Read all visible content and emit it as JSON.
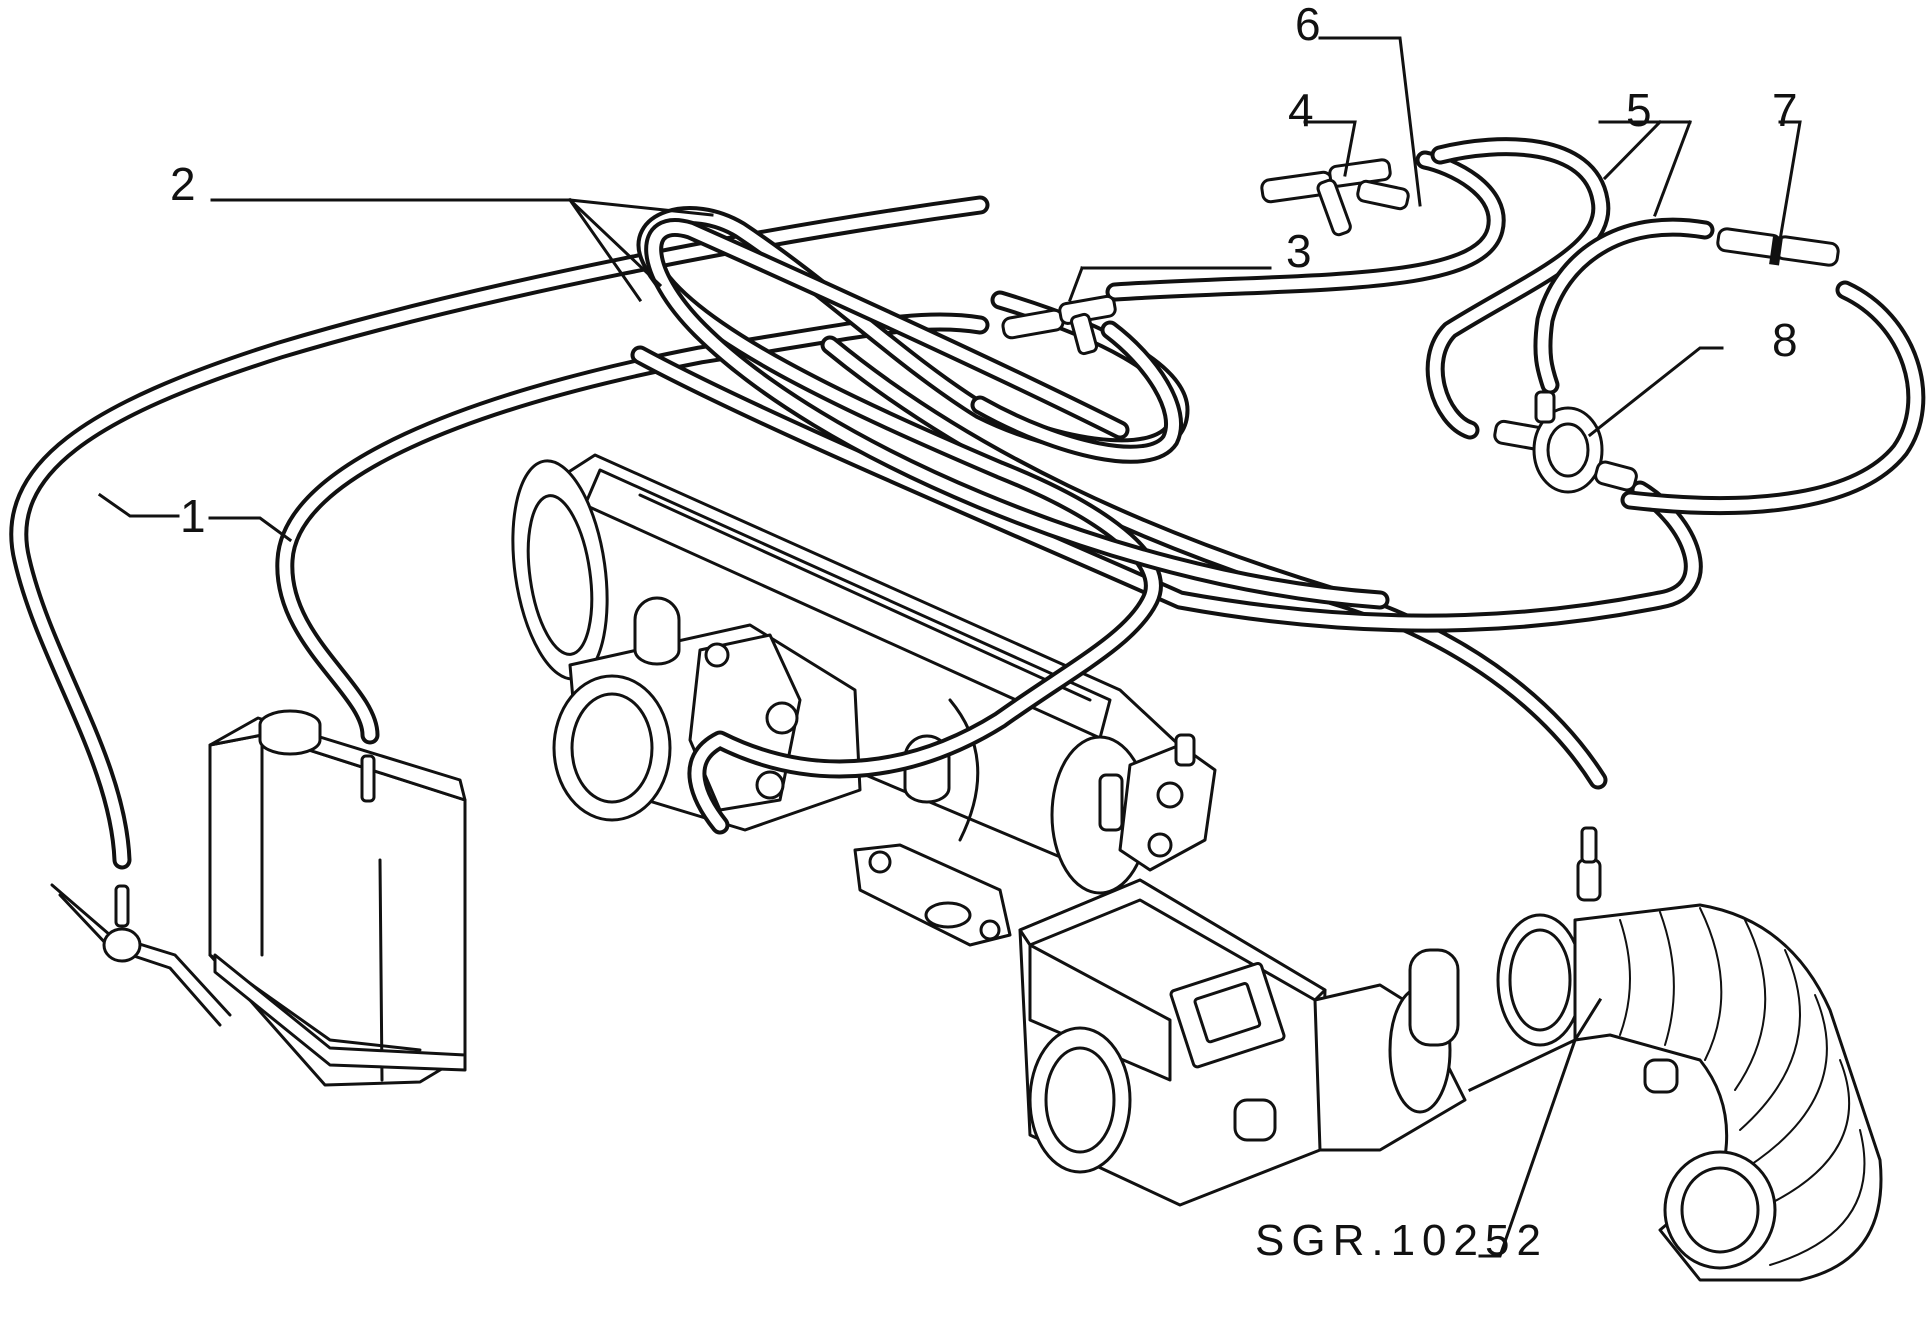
{
  "callouts": {
    "c1": "1",
    "c2": "2",
    "c3": "3",
    "c4": "4",
    "c5": "5",
    "c6": "6",
    "c7": "7",
    "c8": "8"
  },
  "reference_code": "SGR.10252"
}
